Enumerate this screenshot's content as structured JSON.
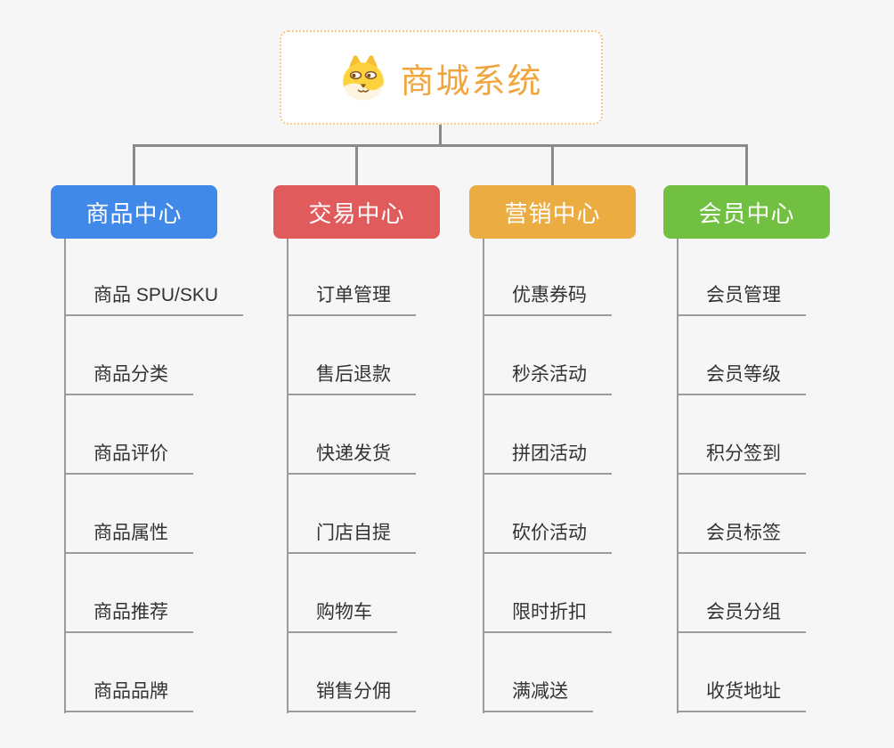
{
  "root": {
    "title": "商城系统",
    "icon": "dog-icon",
    "title_color": "#f0a63e",
    "border_color": "#f6c883"
  },
  "connector_color": "#8a8a8a",
  "branches": [
    {
      "label": "商品中心",
      "color": "#4189e8",
      "children": [
        "商品 SPU/SKU",
        "商品分类",
        "商品评价",
        "商品属性",
        "商品推荐",
        "商品品牌"
      ]
    },
    {
      "label": "交易中心",
      "color": "#e05c5c",
      "children": [
        "订单管理",
        "售后退款",
        "快递发货",
        "门店自提",
        "购物车",
        "销售分佣"
      ]
    },
    {
      "label": "营销中心",
      "color": "#ebac42",
      "children": [
        "优惠券码",
        "秒杀活动",
        "拼团活动",
        "砍价活动",
        "限时折扣",
        "满减送"
      ]
    },
    {
      "label": "会员中心",
      "color": "#72c041",
      "children": [
        "会员管理",
        "会员等级",
        "积分签到",
        "会员标签",
        "会员分组",
        "收货地址"
      ]
    }
  ]
}
